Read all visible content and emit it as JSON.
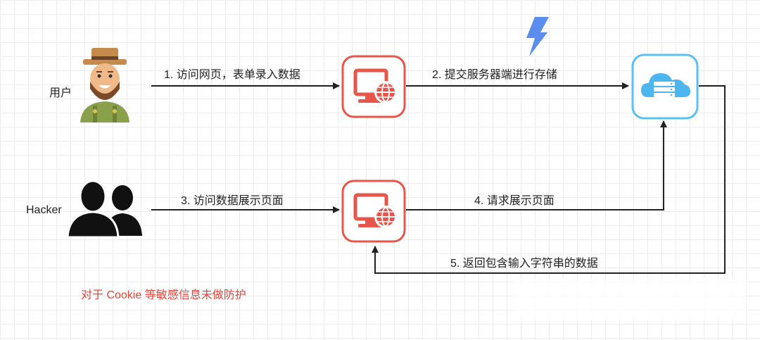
{
  "actors": {
    "user": "用户",
    "hacker": "Hacker"
  },
  "edges": {
    "step1": "1. 访问网页，表单录入数据",
    "step2": "2. 提交服务器端进行存储",
    "step3": "3. 访问数据展示页面",
    "step4": "4. 请求展示页面",
    "step5": "5. 返回包含输入字符串的数据"
  },
  "note": "对于 Cookie 等敏感信息未做防护",
  "colors": {
    "browser_border": "#e8554b",
    "server_border": "#5bc0f5",
    "arrow": "#222222",
    "note": "#e8453c",
    "lightning": "#5b8def"
  },
  "icons": [
    "farmer-avatar-icon",
    "hacker-group-icon",
    "browser-globe-icon",
    "cloud-server-icon",
    "lightning-icon"
  ]
}
